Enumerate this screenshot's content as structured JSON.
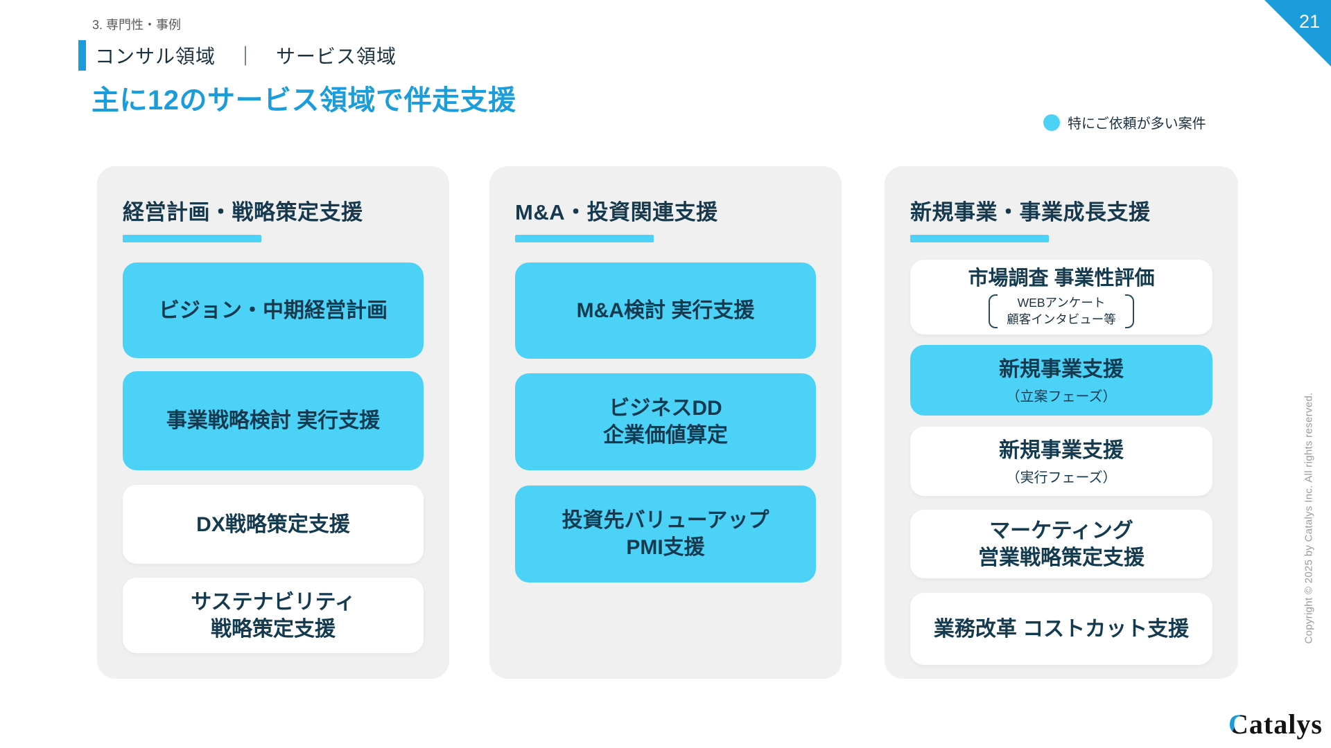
{
  "slide": {
    "page_number": "21",
    "section_label": "3. 専門性・事例",
    "header_title": "コンサル領域　｜　サービス領域",
    "main_title": "主に12のサービス領域で伴走支援",
    "legend_label": "特にご依頼が多い案件",
    "copyright": "Copyright © 2025 by Catalys Inc. All rights reserved.",
    "logo_first_letter": "C",
    "logo_rest": "atalys"
  },
  "columns": [
    {
      "title": "経営計画・戦略策定支援",
      "cards": [
        {
          "lines": [
            "ビジョン・中期経営計画"
          ],
          "highlight": true
        },
        {
          "lines": [
            "事業戦略検討 実行支援"
          ],
          "highlight": true
        },
        {
          "lines": [
            "DX戦略策定支援"
          ],
          "highlight": false
        },
        {
          "lines": [
            "サステナビリティ",
            "戦略策定支援"
          ],
          "highlight": false
        }
      ]
    },
    {
      "title": "M&A・投資関連支援",
      "cards": [
        {
          "lines": [
            "M&A検討 実行支援"
          ],
          "highlight": true
        },
        {
          "lines": [
            "ビジネスDD",
            "企業価値算定"
          ],
          "highlight": true
        },
        {
          "lines": [
            "投資先バリューアップ",
            "PMI支援"
          ],
          "highlight": true
        }
      ]
    },
    {
      "title": "新規事業・事業成長支援",
      "cards": [
        {
          "lines": [
            "市場調査 事業性評価"
          ],
          "bracket_lines": [
            "WEBアンケート",
            "顧客インタビュー等"
          ],
          "highlight": false
        },
        {
          "lines": [
            "新規事業支援"
          ],
          "sub": "（立案フェーズ）",
          "highlight": true
        },
        {
          "lines": [
            "新規事業支援"
          ],
          "sub": "（実行フェーズ）",
          "highlight": false
        },
        {
          "lines": [
            "マーケティング",
            "営業戦略策定支援"
          ],
          "highlight": false
        },
        {
          "lines": [
            "業務改革 コストカット支援"
          ],
          "highlight": false
        }
      ]
    }
  ],
  "colors": {
    "accent_blue": "#1B9DDB",
    "card_sky_blue": "#4DD2F7",
    "navy_text": "#143A50",
    "column_bg": "#F0F0F1"
  }
}
